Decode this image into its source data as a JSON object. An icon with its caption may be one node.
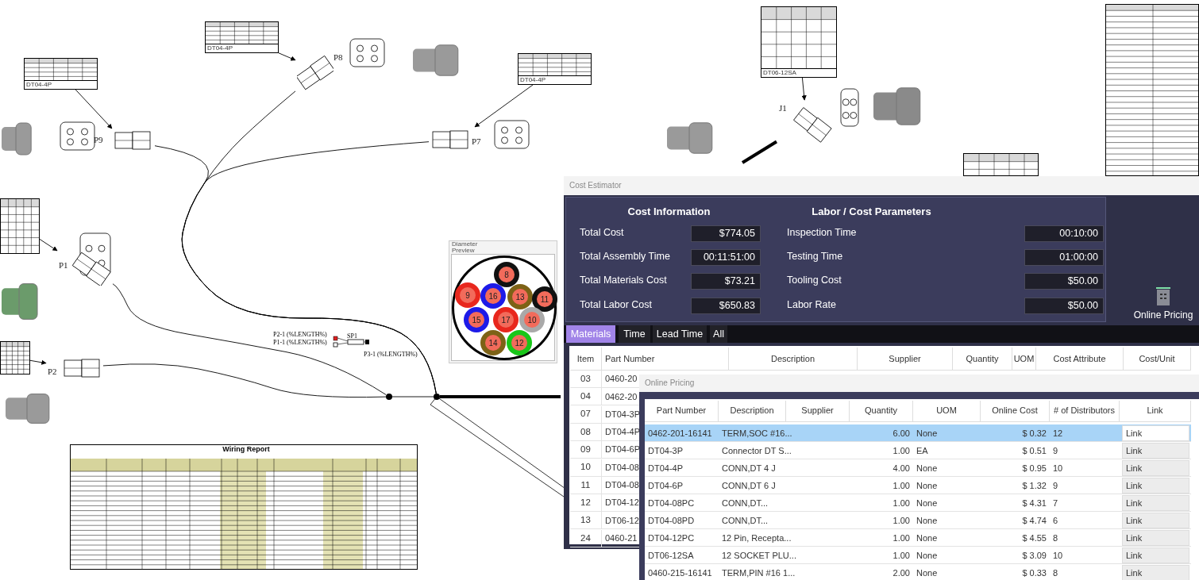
{
  "diagram": {
    "nodes": [
      {
        "text": [
          "DT04-4P"
        ]
      },
      {
        "text": [
          "DT04-4P"
        ]
      },
      {
        "text": [
          "DT04-4P"
        ]
      },
      {
        "text": [
          "DT06-12SA"
        ]
      },
      {
        "text": [],
        "shape": "box"
      },
      {
        "text": [],
        "shape": "box"
      },
      {
        "text": [
          "P9"
        ]
      },
      {
        "text": [
          "P8"
        ]
      },
      {
        "text": [
          "P7"
        ]
      },
      {
        "text": [
          "P1"
        ]
      },
      {
        "text": [
          "P2"
        ]
      },
      {
        "text": [
          "J1"
        ]
      },
      {
        "text": [],
        "shape": "circle"
      },
      {
        "text": [],
        "shape": "circle"
      },
      {
        "text": [
          "8"
        ]
      },
      {
        "text": [
          "9"
        ]
      },
      {
        "text": [
          "16"
        ]
      },
      {
        "text": [
          "13"
        ]
      },
      {
        "text": [
          "11"
        ]
      },
      {
        "text": [
          "15"
        ]
      },
      {
        "text": [
          "17"
        ]
      },
      {
        "text": [
          "10"
        ]
      },
      {
        "text": [
          "14"
        ]
      },
      {
        "text": [
          "12"
        ]
      }
    ],
    "edges": [
      {
        "from": 0,
        "to": 6,
        "arrow": "to"
      },
      {
        "from": 1,
        "to": 7,
        "arrow": "to"
      },
      {
        "from": 2,
        "to": 8,
        "arrow": "to"
      },
      {
        "from": 3,
        "to": 11,
        "arrow": "to"
      },
      {
        "from": 4,
        "to": 9,
        "arrow": "to"
      },
      {
        "from": 5,
        "to": 10,
        "arrow": "to"
      },
      {
        "from": 6,
        "to": 13,
        "arrow": "none"
      },
      {
        "from": 7,
        "to": 13,
        "arrow": "none"
      },
      {
        "from": 8,
        "to": 13,
        "arrow": "none"
      },
      {
        "from": 9,
        "to": 12,
        "arrow": "none"
      },
      {
        "from": 10,
        "to": 12,
        "arrow": "none"
      },
      {
        "from": 12,
        "to": 13,
        "arrow": "none"
      },
      {
        "from": 13,
        "to": null,
        "arrow": "none",
        "style": "thick"
      },
      {
        "from": 11,
        "to": null,
        "arrow": "none",
        "style": "thick"
      }
    ],
    "labels": [
      "P2-1 (%LENGTH%)",
      "P1-1 (%LENGTH%)",
      "SP1",
      "P3-1 (%LENGTH%)",
      "Diameter",
      "Preview",
      "Wiring Report",
      "Cost Estimator",
      "Cost Information",
      "Labor / Cost Parameters",
      "Total Cost",
      "$774.05",
      "Inspection Time",
      "00:10:00",
      "Total Assembly Time",
      "00:11:51:00",
      "Testing Time",
      "01:00:00",
      "Total Materials Cost",
      "$73.21",
      "Tooling Cost",
      "$50.00",
      "Total Labor Cost",
      "$650.83",
      "Labor Rate",
      "$50.00",
      "Online Pricing",
      "Materials",
      "Time",
      "Lead Time",
      "All",
      "Item",
      "Part Number",
      "Description",
      "Supplier",
      "Quantity",
      "UOM",
      "Cost Attribute",
      "Cost/Unit",
      "03",
      "0460-20",
      "04",
      "0462-20",
      "07",
      "DT04-3P",
      "08",
      "DT04-4P",
      "09",
      "DT04-6P",
      "10",
      "DT04-08",
      "11",
      "DT04-08",
      "12",
      "DT04-12",
      "13",
      "DT06-12",
      "24",
      "0460-21",
      "Online Pricing",
      "Part Number",
      "Description",
      "Supplier",
      "Quantity",
      "UOM",
      "Online Cost",
      "# of Distributors",
      "Link",
      "0462-201-16141",
      "TERM,SOC #16...",
      "6.00",
      "None",
      "$ 0.32",
      "12",
      "Link",
      "DT04-3P",
      "Connector DT S...",
      "1.00",
      "EA",
      "$ 0.51",
      "9",
      "Link",
      "DT04-4P",
      "CONN,DT 4 J",
      "4.00",
      "None",
      "$ 0.95",
      "10",
      "Link",
      "DT04-6P",
      "CONN,DT 6 J",
      "1.00",
      "None",
      "$ 1.32",
      "9",
      "Link",
      "DT04-08PC",
      "CONN,DT...",
      "1.00",
      "None",
      "$ 4.31",
      "7",
      "Link",
      "DT04-08PD",
      "CONN,DT...",
      "1.00",
      "None",
      "$ 4.74",
      "6",
      "Link",
      "DT04-12PC",
      "12 Pin, Recepta...",
      "1.00",
      "None",
      "$ 4.55",
      "8",
      "Link",
      "DT06-12SA",
      "12 SOCKET PLU...",
      "1.00",
      "None",
      "$ 3.09",
      "10",
      "Link",
      "0460-215-16141",
      "TERM,PIN #16 1...",
      "2.00",
      "None",
      "$ 0.33",
      "8",
      "Link"
    ]
  }
}
